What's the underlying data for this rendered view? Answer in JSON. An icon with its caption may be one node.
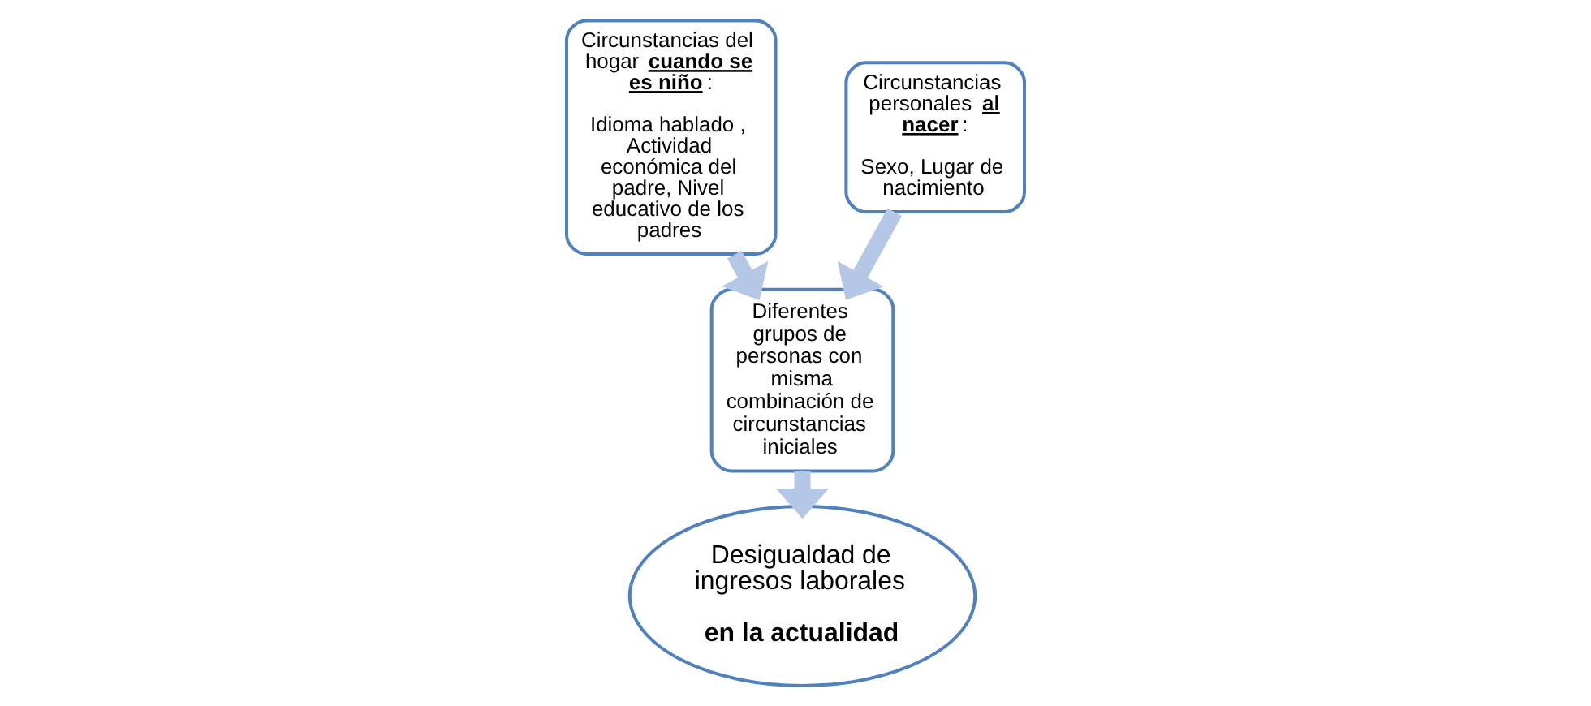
{
  "diagram": {
    "nodes": [
      {
        "text": [
          "Circunstancias del hogar **cuando se es niño**:",
          "Idioma hablado , Actividad económica del padre, Nivel educativo de los padres"
        ]
      },
      {
        "text": [
          "Diferentes grupos de personas con misma combinación de circunstancias iniciales"
        ]
      },
      {
        "text": [
          "Circunstancias personales **al nacer**:",
          "Sexo, Lugar de nacimiento"
        ]
      },
      {
        "text": [
          "Desigualdad de ingresos laborales",
          "en la actualidad"
        ]
      }
    ],
    "edges": [
      {
        "from": 0,
        "to": 1,
        "arrow": "to"
      },
      {
        "from": 2,
        "to": 1,
        "arrow": "to"
      },
      {
        "from": 1,
        "to": 3,
        "arrow": "to"
      }
    ]
  }
}
